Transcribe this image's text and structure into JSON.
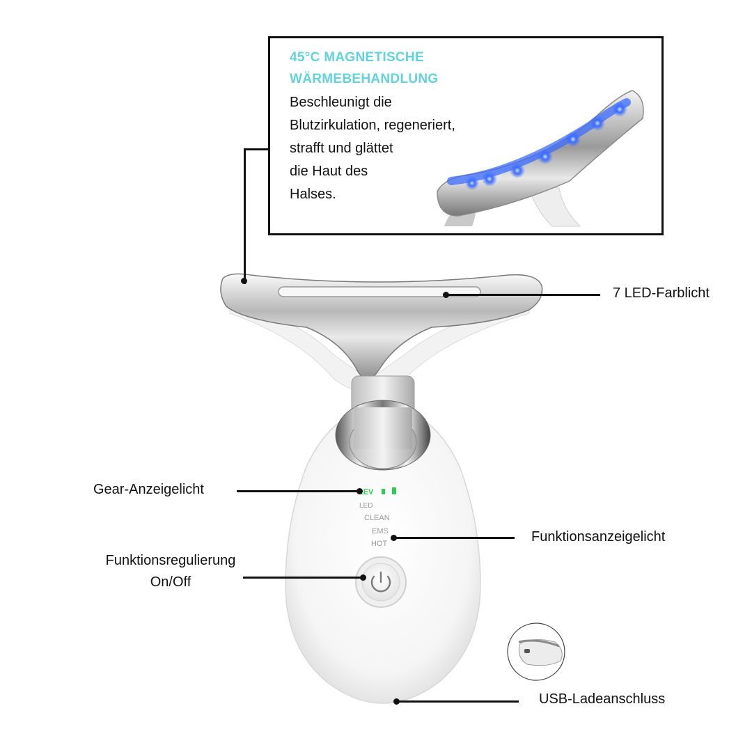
{
  "callout": {
    "title_line1": "45°C MAGNETISCHE",
    "title_line2": "WÄRMEBEHANDLUNG",
    "text_lines": [
      "Beschleunigt die",
      "Blutzirkulation, regeneriert,",
      "strafft und glättet",
      "die Haut des",
      "Halses."
    ]
  },
  "labels": {
    "led": "7 LED-Farblicht",
    "gear": "Gear-Anzeigelicht",
    "function_indicator": "Funktionsanzeigelicht",
    "function_regulation_line1": "Funktionsregulierung",
    "function_regulation_line2": "On/Off",
    "usb": "USB-Ladeanschluss"
  },
  "device_panel": {
    "level_text": "LEV",
    "modes": [
      "LED",
      "CLEAN",
      "EMS",
      "HOT"
    ]
  },
  "colors": {
    "accent": "#5fd3df",
    "indicator_green": "#2ecc55",
    "led_blue": "#3b6cff"
  }
}
